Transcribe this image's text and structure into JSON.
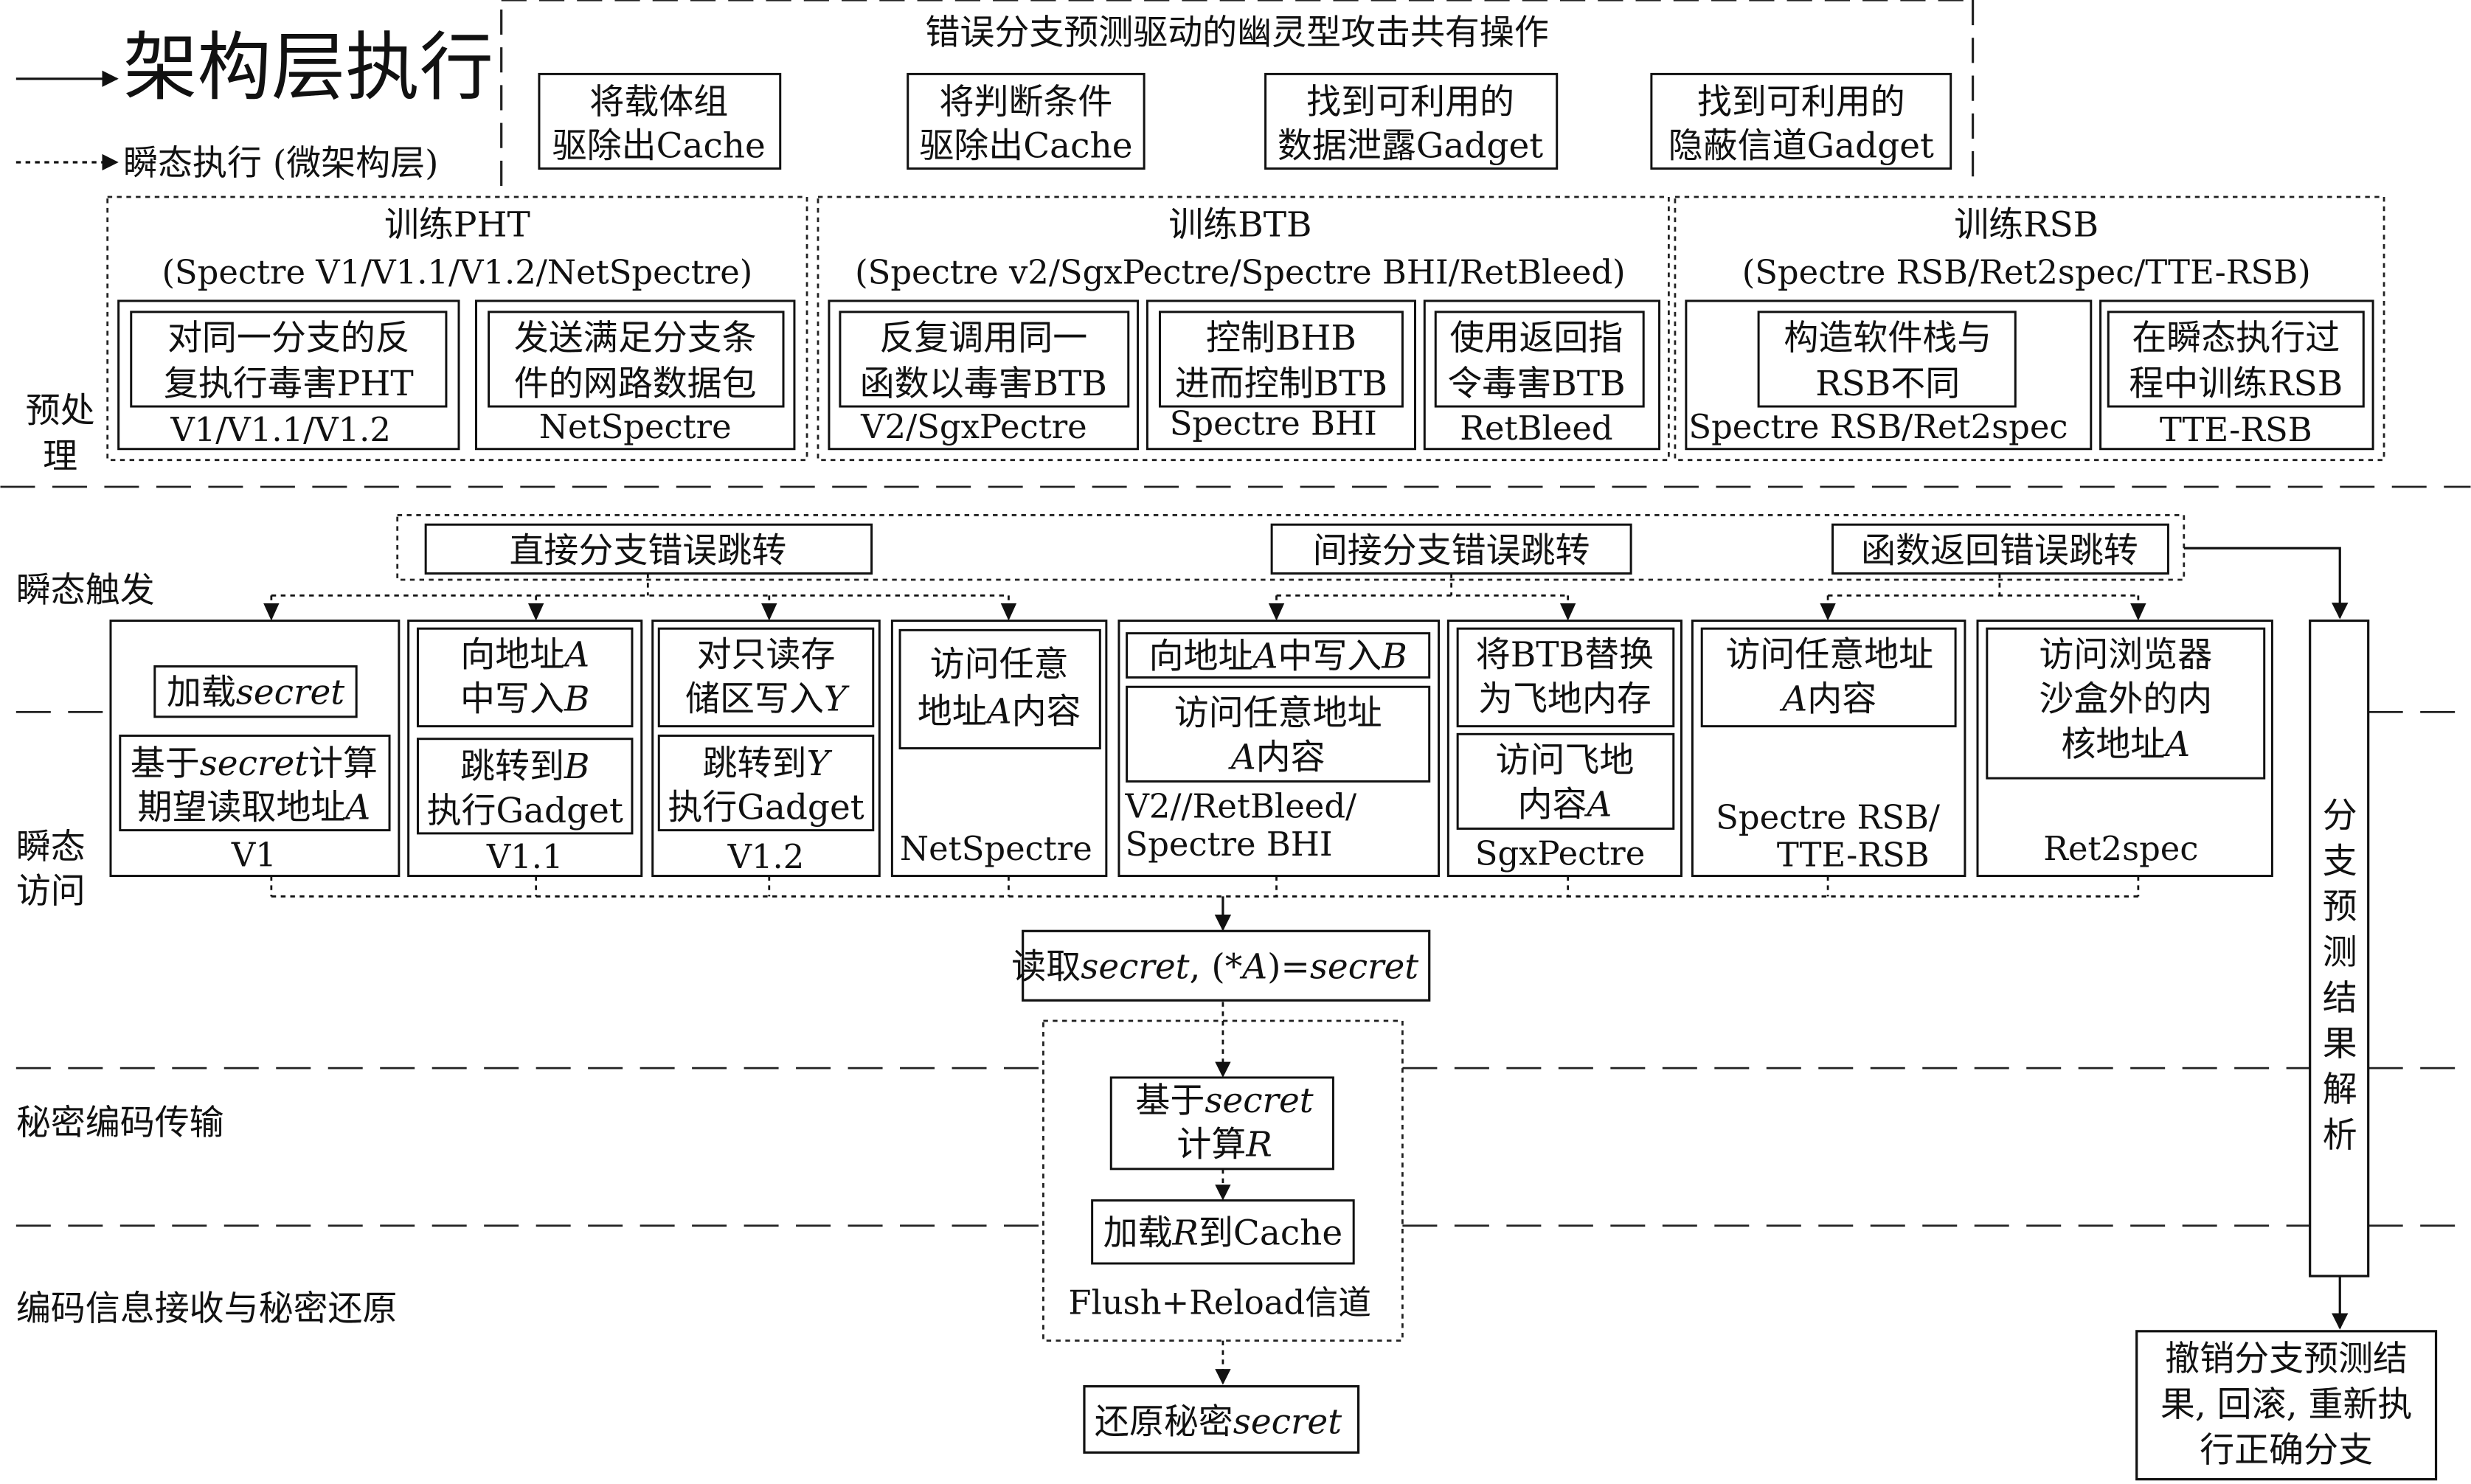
{
  "legend": {
    "arch": "架构层执行",
    "transient": "瞬态执行 (微架构层)"
  },
  "stages": {
    "preprocess": [
      "预处",
      "理"
    ],
    "trigger": "瞬态触发",
    "access": [
      "瞬态",
      "访问"
    ],
    "encode": "秘密编码传输",
    "receive": "编码信息接收与秘密还原"
  },
  "common_ops": {
    "title": "错误分支预测驱动的幽灵型攻击共有操作",
    "items": [
      [
        "将载体组",
        "驱除出Cache"
      ],
      [
        "将判断条件",
        "驱除出Cache"
      ],
      [
        "找到可利用的",
        "数据泄露Gadget"
      ],
      [
        "找到可利用的",
        "隐蔽信道Gadget"
      ]
    ]
  },
  "training": [
    {
      "title": "训练PHT",
      "subtitle": "(Spectre V1/V1.1/V1.2/NetSpectre)",
      "boxes": [
        {
          "lines": [
            "对同一分支的反",
            "复执行毒害PHT"
          ],
          "label": "V1/V1.1/V1.2"
        },
        {
          "lines": [
            "发送满足分支条",
            "件的网路数据包"
          ],
          "label": "NetSpectre"
        }
      ]
    },
    {
      "title": "训练BTB",
      "subtitle": "(Spectre v2/SgxPectre/Spectre BHI/RetBleed)",
      "boxes": [
        {
          "lines": [
            "反复调用同一",
            "函数以毒害BTB"
          ],
          "label": "V2/SgxPectre"
        },
        {
          "lines": [
            "控制BHB",
            "进而控制BTB"
          ],
          "label": "Spectre BHI"
        },
        {
          "lines": [
            "使用返回指",
            "令毒害BTB"
          ],
          "label": "RetBleed"
        }
      ]
    },
    {
      "title": "训练RSB",
      "subtitle": "(Spectre RSB/Ret2spec/TTE-RSB)",
      "boxes": [
        {
          "lines": [
            "构造软件栈与",
            "RSB不同"
          ],
          "label": "Spectre RSB/Ret2spec"
        },
        {
          "lines": [
            "在瞬态执行过",
            "程中训练RSB"
          ],
          "label": "TTE-RSB"
        }
      ]
    }
  ],
  "triggers": [
    "直接分支错误跳转",
    "间接分支错误跳转",
    "函数返回错误跳转"
  ],
  "variants": [
    {
      "label": "V1",
      "ops": [
        [
          "加载secret"
        ],
        [
          "基于secret计算",
          "期望读取地址A"
        ]
      ]
    },
    {
      "label": "V1.1",
      "ops": [
        [
          "向地址A",
          "中写入B"
        ],
        [
          "跳转到B",
          "执行Gadget"
        ]
      ]
    },
    {
      "label": "V1.2",
      "ops": [
        [
          "对只读存",
          "储区写入Y"
        ],
        [
          "跳转到Y",
          "执行Gadget"
        ]
      ]
    },
    {
      "label": "NetSpectre",
      "ops": [
        [
          "访问任意",
          "地址A内容"
        ]
      ]
    },
    {
      "label": [
        "V2//RetBleed/",
        "Spectre BHI"
      ],
      "ops": [
        [
          "向地址A中写入B"
        ],
        [
          "访问任意地址",
          "A内容"
        ]
      ]
    },
    {
      "label": "SgxPectre",
      "ops": [
        [
          "将BTB替换",
          "为飞地内存"
        ],
        [
          "访问飞地",
          "内容A"
        ]
      ]
    },
    {
      "label": [
        "Spectre RSB/",
        "TTE-RSB"
      ],
      "ops": [
        [
          "访问任意地址",
          "A内容"
        ]
      ]
    },
    {
      "label": "Ret2spec",
      "ops": [
        [
          "访问浏览器",
          "沙盒外的内",
          "核地址A"
        ]
      ]
    }
  ],
  "read_secret": "读取secret, (*A)=secret",
  "encode": {
    "compute": [
      "基于secret",
      "计算R"
    ],
    "load": "加载R到Cache",
    "channel": "Flush+Reload信道"
  },
  "restore": "还原秘密secret",
  "branch_resolve": [
    "分",
    "支",
    "预",
    "测",
    "结",
    "果",
    "解",
    "析"
  ],
  "rollback": [
    "撤销分支预测结",
    "果, 回滚, 重新执",
    "行正确分支"
  ],
  "italic_terms": [
    "secret",
    "A",
    "B",
    "Y",
    "R"
  ]
}
